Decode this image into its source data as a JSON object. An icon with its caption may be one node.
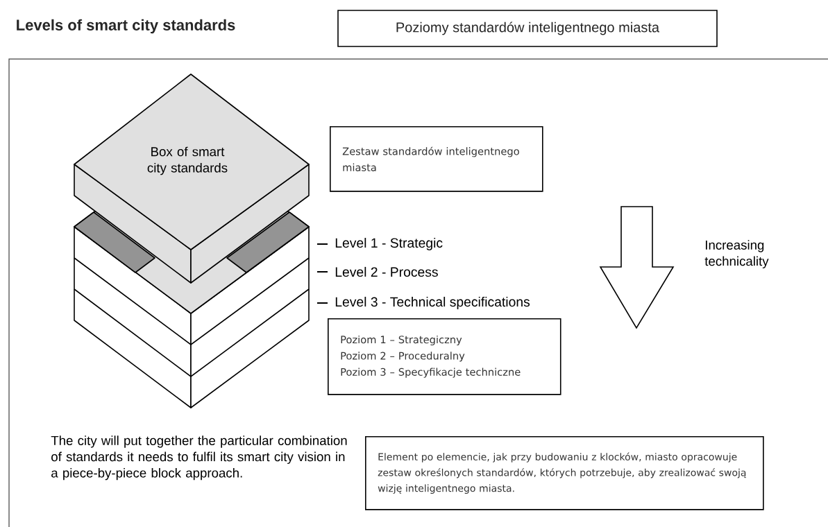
{
  "diagram": {
    "title": "Levels of smart city standards",
    "nodes": [
      {
        "text": [
          "Poziomy standardów inteligentnego miasta"
        ]
      },
      {
        "text": [
          "Box of smart city standards"
        ]
      },
      {
        "text": [
          "Zestaw standardów inteligentnego miasta"
        ]
      },
      {
        "text": [
          "Poziom 1 – Strategiczny",
          "Poziom 2 – Proceduralny",
          "Poziom 3 – Specyfikacje techniczne"
        ]
      },
      {
        "text": [
          "Element po elemencie, jak przy budowaniu z klocków, miasto opracowuje zestaw określonych standardów, których potrzebuje, aby zrealizować swoją wizję inteligentnego miasta."
        ]
      }
    ],
    "edges": [],
    "labels": [
      "Level 1 - Strategic",
      "Level 2 - Process",
      "Level 3 - Technical specifications",
      "Increasing technicality",
      "The city will put together the particular combination of standards it needs to fulfil its smart city vision in a piece-by-piece block approach."
    ]
  }
}
